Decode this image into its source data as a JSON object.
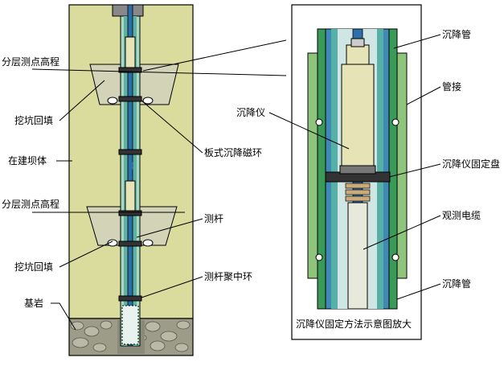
{
  "labels": {
    "layer_elevation_1": "分层测点高程",
    "backfill_1": "挖坑回填",
    "dam_body": "在建坝体",
    "layer_elevation_2": "分层测点高程",
    "backfill_2": "挖坑回填",
    "bedrock": "基岩",
    "plate_ring": "板式沉降磁环",
    "rod": "测杆",
    "rod_centering_ring": "测杆聚中环",
    "settlement_gauge": "沉降仪",
    "settlement_pipe_top": "沉降管",
    "pipe_joint": "管接",
    "gauge_fixing_plate": "沉降仪固定盘",
    "observation_cable": "观测电缆",
    "settlement_pipe_bottom": "沉降管",
    "caption": "沉降仪固定方法示意图放大"
  },
  "colors": {
    "dam_fill": "#d9dc9c",
    "bedrock_fill": "#9c9c88",
    "pipe_outer": "#3a9a58",
    "pipe_blue": "#2d6fa8",
    "pipe_light": "#cfe6e4",
    "gauge_body": "#e6e3b7",
    "joint_green": "#8fc47c",
    "outline": "#000000"
  }
}
